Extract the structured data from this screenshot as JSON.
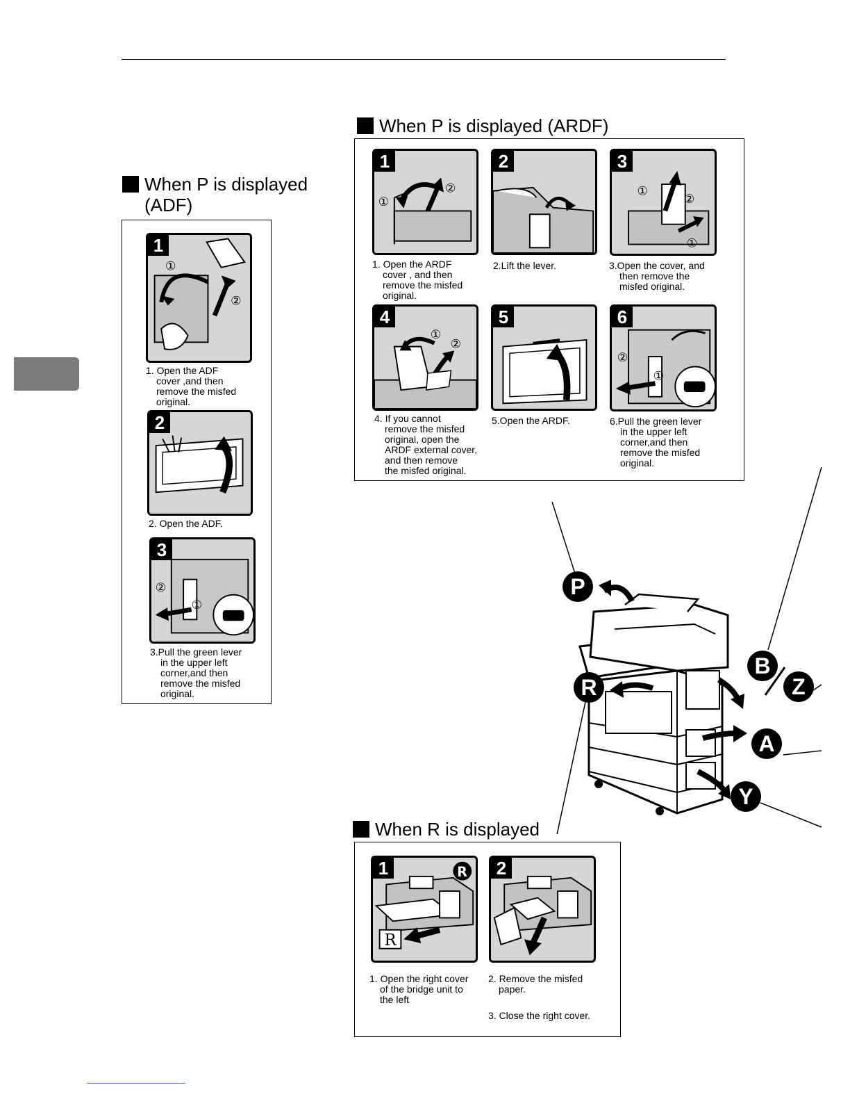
{
  "sections": {
    "adf": {
      "title": "When P is displayed\n(ADF)",
      "steps": [
        {
          "num": "1",
          "caption": "1. Open the ADF\ncover ,and then\nremove the misfed\noriginal."
        },
        {
          "num": "2",
          "caption": "2. Open the ADF."
        },
        {
          "num": "3",
          "caption": "3.Pull the green lever\nin the upper left\ncorner,and then\nremove the misfed\noriginal."
        }
      ]
    },
    "ardf": {
      "title": "When P is displayed (ARDF)",
      "steps": [
        {
          "num": "1",
          "caption": "1. Open the ARDF\ncover , and then\nremove the misfed\noriginal."
        },
        {
          "num": "2",
          "caption": "2.Lift the lever."
        },
        {
          "num": "3",
          "caption": "3.Open the cover, and\nthen remove the\nmisfed original."
        },
        {
          "num": "4",
          "caption": "4. If you cannot\nremove the misfed\noriginal, open the\nARDF external cover,\nand then remove\nthe misfed original."
        },
        {
          "num": "5",
          "caption": "5.Open the ARDF."
        },
        {
          "num": "6",
          "caption": "6.Pull the green lever\nin the upper left\ncorner,and then\nremove the misfed\noriginal."
        }
      ]
    },
    "r": {
      "title": "When R is displayed",
      "steps": [
        {
          "num": "1",
          "caption": "1. Open the right cover\nof the bridge unit to\nthe left"
        },
        {
          "num": "2",
          "caption": "2. Remove the misfed\npaper."
        }
      ],
      "extra": "3. Close the right cover.",
      "r_label": "R"
    }
  },
  "machine_callouts": {
    "p": "P",
    "r": "R",
    "b": "B",
    "z": "Z",
    "a": "A",
    "y": "Y"
  },
  "circled": {
    "one": "①",
    "two": "②"
  }
}
